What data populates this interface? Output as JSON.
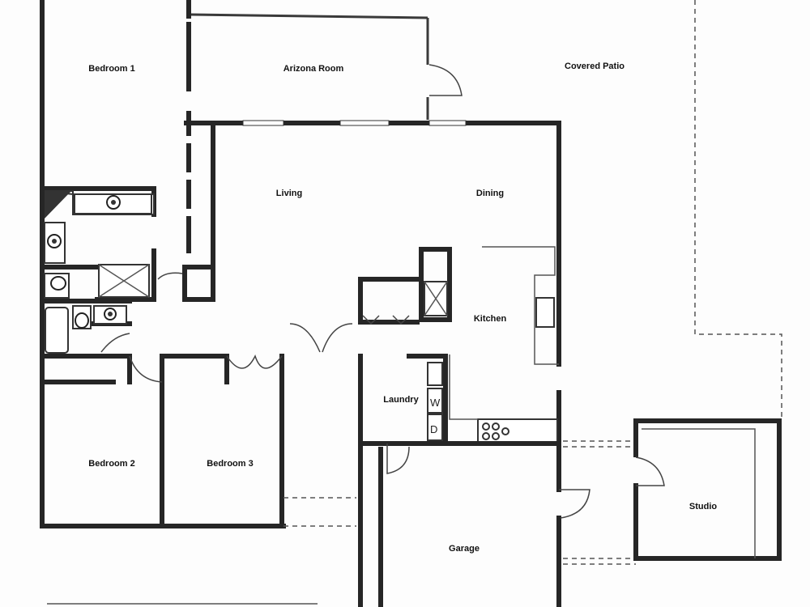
{
  "rooms": {
    "bedroom1": "Bedroom 1",
    "arizona": "Arizona Room",
    "patio": "Covered Patio",
    "living": "Living",
    "dining": "Dining",
    "kitchen": "Kitchen",
    "laundry": "Laundry",
    "bedroom2": "Bedroom 2",
    "bedroom3": "Bedroom 3",
    "studio": "Studio",
    "garage": "Garage"
  },
  "appliances": {
    "washer": "W",
    "dryer": "D"
  }
}
